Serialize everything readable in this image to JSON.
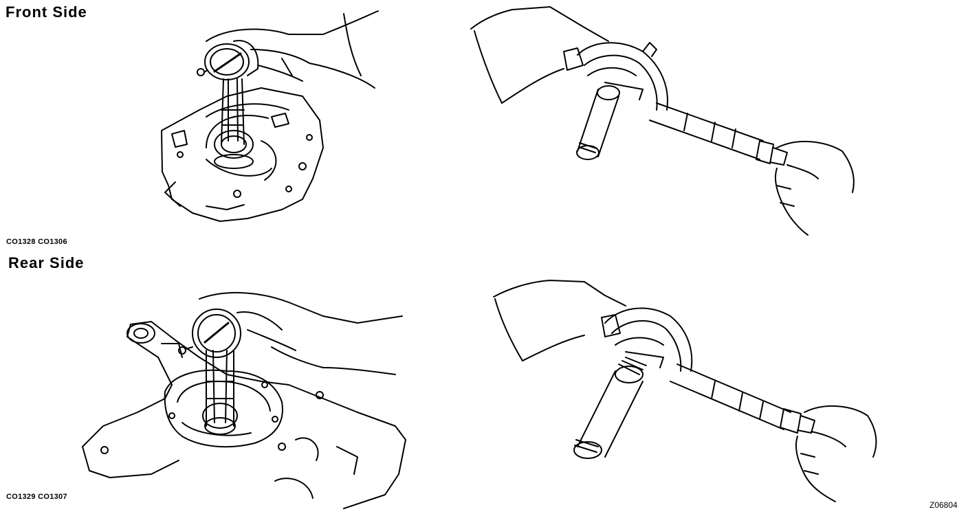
{
  "sections": [
    {
      "heading": "Front Side",
      "codes": "CO1328 CO1306"
    },
    {
      "heading": "Rear Side",
      "codes": "CO1329 CO1307"
    }
  ],
  "figure_code": "Z06804",
  "icons": {
    "front_gauge": "dial-bore-gauge-icon",
    "front_mic": "micrometer-icon",
    "rear_gauge": "dial-bore-gauge-icon",
    "rear_mic": "micrometer-icon"
  }
}
